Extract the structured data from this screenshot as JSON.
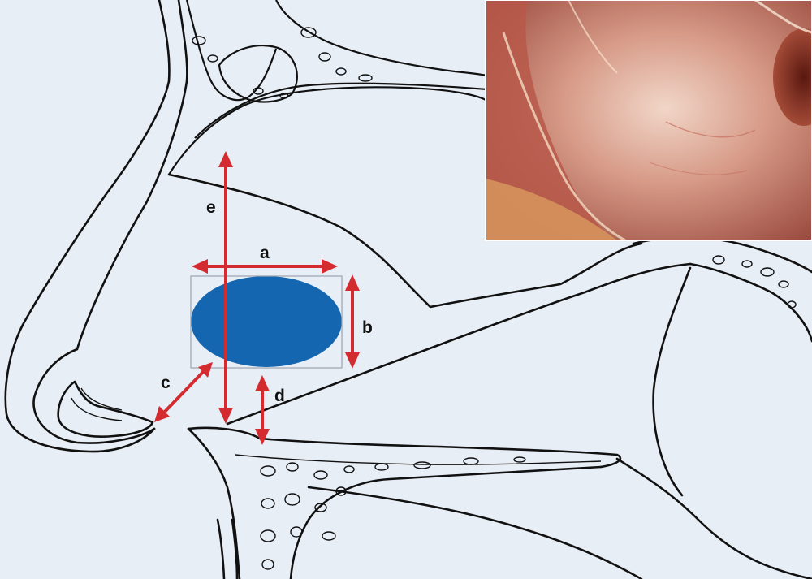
{
  "labels": {
    "a": "a",
    "b": "b",
    "c": "c",
    "d": "d",
    "e": "e"
  },
  "colors": {
    "background": "#e8eef6",
    "arrow": "#d32b2f",
    "defect": "#1566b0",
    "line": "#111111",
    "photo_tissue": "#c87b6c"
  }
}
